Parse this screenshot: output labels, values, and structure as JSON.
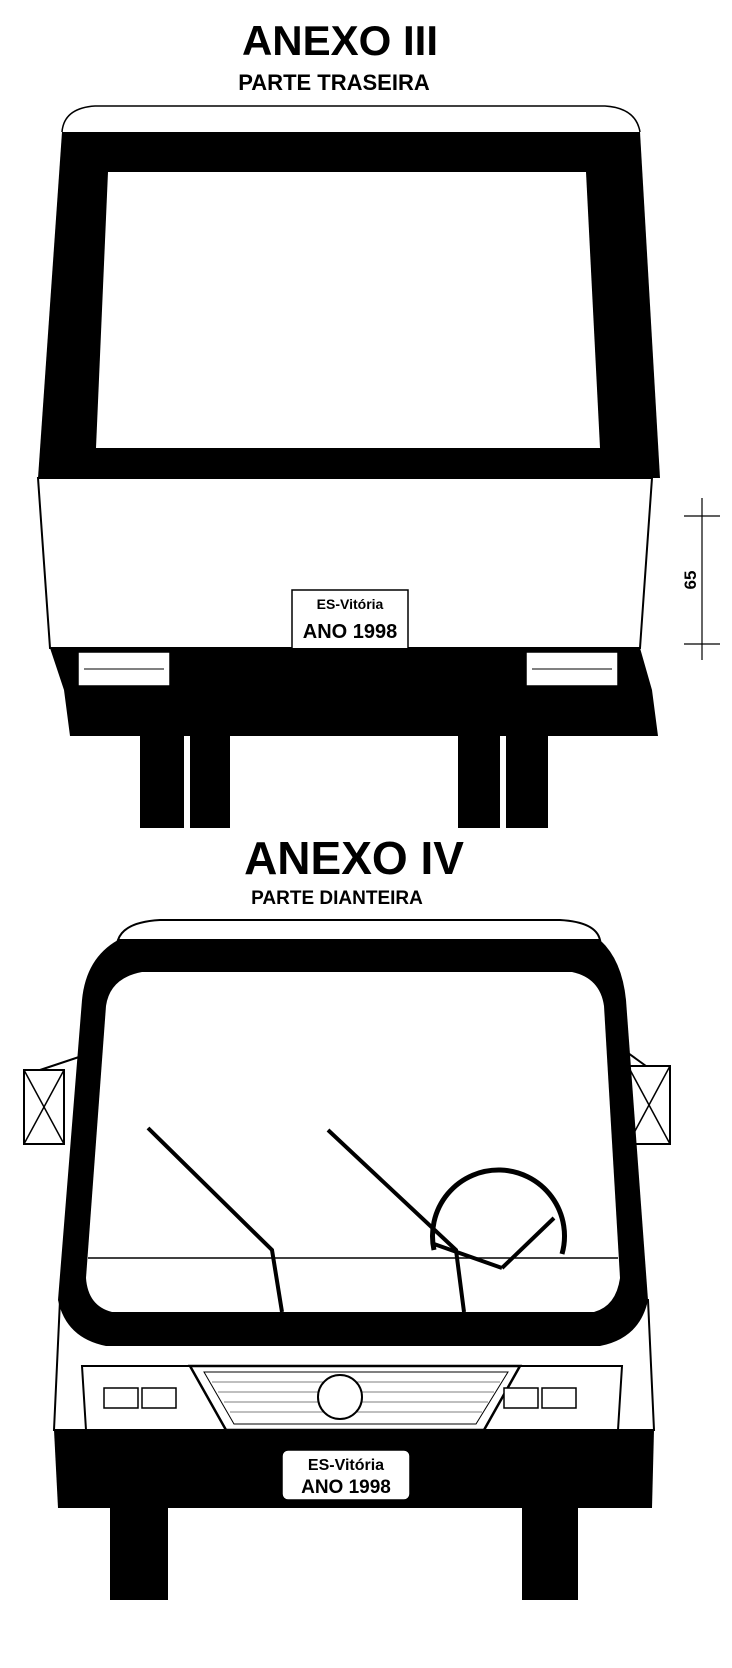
{
  "annex_3": {
    "title": "ANEXO III",
    "subtitle": "PARTE TRASEIRA",
    "plate": {
      "line1": "ES-Vitória",
      "line2": "ANO 1998"
    },
    "dimension_label": "65"
  },
  "annex_4": {
    "title": "ANEXO IV",
    "subtitle": "PARTE DIANTEIRA",
    "plate": {
      "line1": "ES-Vitória",
      "line2": "ANO 1998"
    }
  }
}
